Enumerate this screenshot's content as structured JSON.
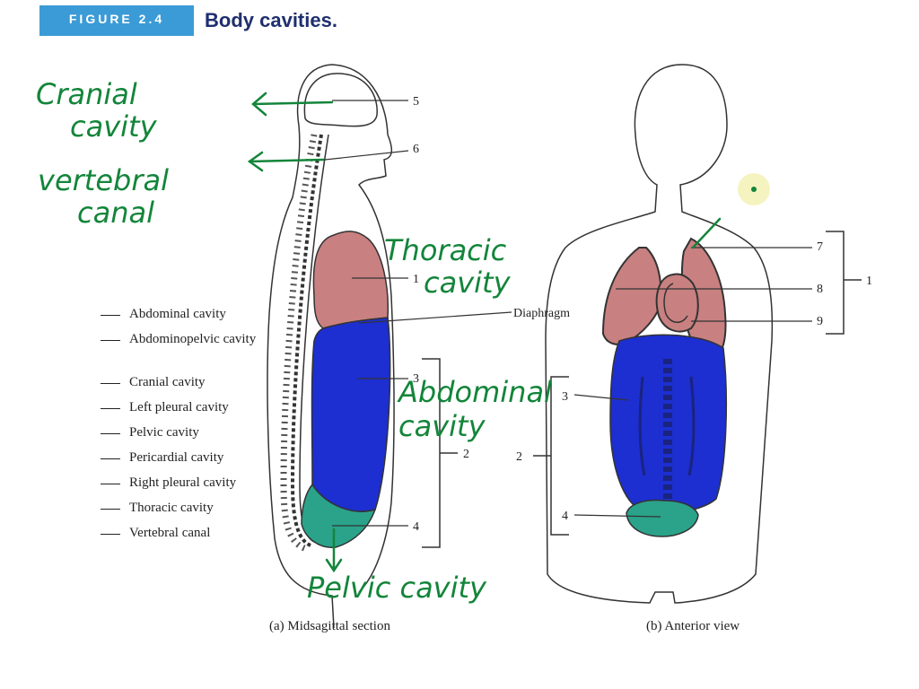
{
  "header": {
    "figure_label": "FIGURE 2.4",
    "title": "Body cavities."
  },
  "legend": {
    "items": [
      "Abdominal cavity",
      "Abdominopelvic cavity",
      "Cranial cavity",
      "Left pleural cavity",
      "Pelvic cavity",
      "Pericardial cavity",
      "Right pleural cavity",
      "Thoracic cavity",
      "Vertebral canal"
    ]
  },
  "panel_a": {
    "caption": "(a) Midsagittal section",
    "numbers": {
      "n1": "1",
      "n3": "3",
      "n2": "2",
      "n4": "4",
      "n5": "5",
      "n6": "6"
    },
    "diaphragm_label": "Diaphragm"
  },
  "panel_b": {
    "caption": "(b) Anterior view",
    "numbers": {
      "n7": "7",
      "n8": "8",
      "n9": "9",
      "n1": "1",
      "n3": "3",
      "n2": "2",
      "n4": "4"
    }
  },
  "annotations": {
    "cranial_line1": "Cranial",
    "cranial_line2": "cavity",
    "vertebral_line1": "vertebral",
    "vertebral_line2": "canal",
    "thoracic_line1": "Thoracic",
    "thoracic_line2": "cavity",
    "abdominal_line1": "Abdominal",
    "abdominal_line2": "cavity",
    "pelvic": "Pelvic cavity"
  },
  "colors": {
    "thoracic": "#c98080",
    "abdominal": "#1d2fd0",
    "pelvic": "#2aa38a",
    "ink": "#13853a",
    "header_box": "#3b9bd6",
    "pointer": "#f3f0b0"
  }
}
